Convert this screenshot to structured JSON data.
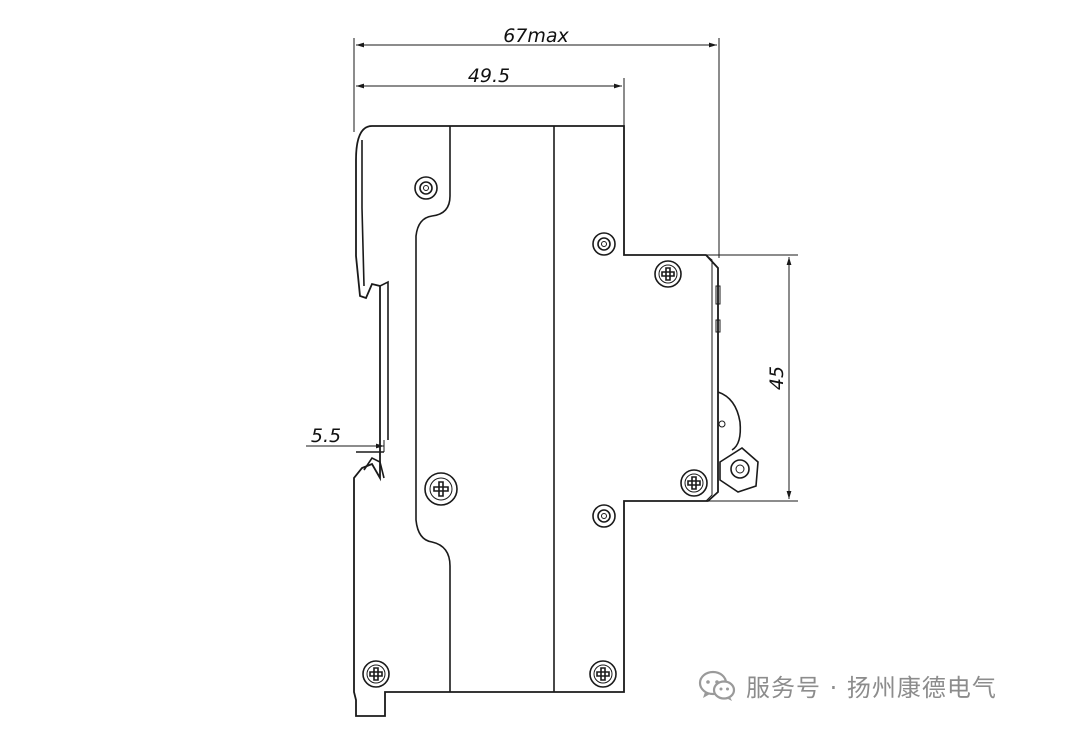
{
  "dimensions": {
    "overall_depth": "67max",
    "body_depth": "49.5",
    "front_height": "45",
    "rail_offset": "5.5"
  },
  "watermark": {
    "icon": "wechat-icon",
    "text": "服务号 · 扬州康德电气"
  }
}
